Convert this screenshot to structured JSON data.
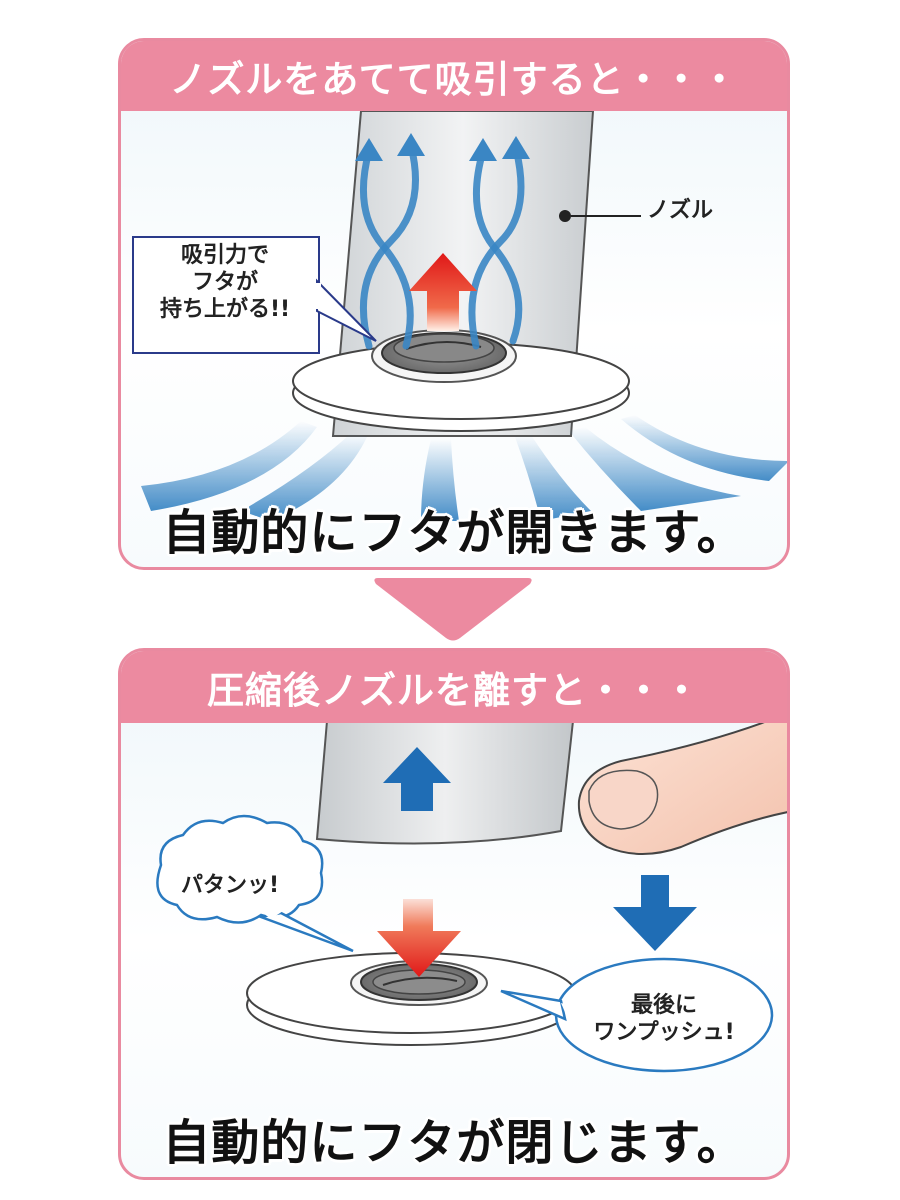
{
  "panel1": {
    "header": "ノズルをあてて吸引すると・・・",
    "nozzle_label": "ノズル",
    "callout_lines": [
      "吸引力で",
      "フタが",
      "持ち上がる!!"
    ],
    "caption": "自動的にフタが開きます。"
  },
  "panel2": {
    "header": "圧縮後ノズルを離すと・・・",
    "callout_left": "パタンッ!",
    "callout_right_lines": [
      "最後に",
      "ワンプッシュ!"
    ],
    "caption": "自動的にフタが閉じます。"
  },
  "colors": {
    "header_pink": "#ec8aa0",
    "air_blue": "#3a86c4",
    "arrow_red": "#e02020",
    "arrow_blue": "#1f6db5"
  },
  "icons": [
    "red-up-arrow-icon",
    "blue-up-arrow-icon",
    "red-down-arrow-icon",
    "blue-down-arrow-icon",
    "finger-icon",
    "valve-icon"
  ]
}
